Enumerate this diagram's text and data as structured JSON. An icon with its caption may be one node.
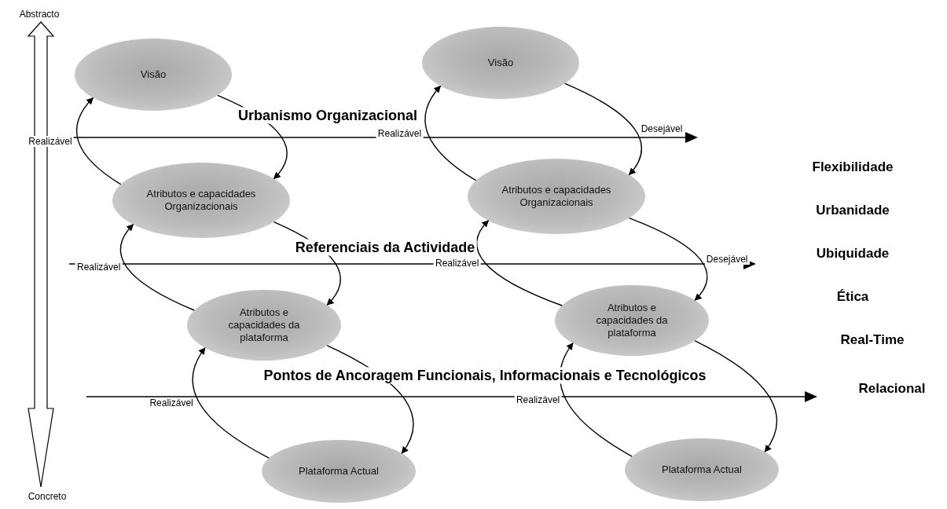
{
  "diagram": {
    "nodes": [
      {
        "text": [
          "Visão"
        ]
      },
      {
        "text": [
          "Visão"
        ]
      },
      {
        "text": [
          "Atributos e capacidades Organizacionais"
        ]
      },
      {
        "text": [
          "Atributos e capacidades Organizacionais"
        ]
      },
      {
        "text": [
          "Atributos e capacidades da plataforma"
        ]
      },
      {
        "text": [
          "Atributos e capacidades da plataforma"
        ]
      },
      {
        "text": [
          "Plataforma Actual"
        ]
      },
      {
        "text": [
          "Plataforma Actual"
        ]
      }
    ],
    "edges": [
      {
        "from": 2,
        "to": 0,
        "arrow": "to",
        "label": "Realizável"
      },
      {
        "from": 0,
        "to": 2,
        "arrow": "to"
      },
      {
        "from": 3,
        "to": 1,
        "arrow": "to",
        "label": "Realizável"
      },
      {
        "from": 1,
        "to": 3,
        "arrow": "to",
        "label": "Desejável"
      },
      {
        "from": 4,
        "to": 2,
        "arrow": "to",
        "label": "Realizável"
      },
      {
        "from": 2,
        "to": 4,
        "arrow": "to"
      },
      {
        "from": 5,
        "to": 3,
        "arrow": "to",
        "label": "Realizável"
      },
      {
        "from": 3,
        "to": 5,
        "arrow": "to",
        "label": "Desejável"
      },
      {
        "from": 6,
        "to": 4,
        "arrow": "to",
        "label": "Realizável"
      },
      {
        "from": 4,
        "to": 6,
        "arrow": "to"
      },
      {
        "from": 7,
        "to": 5,
        "arrow": "to",
        "label": "Realizável"
      },
      {
        "from": 5,
        "to": 7,
        "arrow": "to"
      }
    ],
    "labels": [
      "Abstracto",
      "Urbanismo Organizacional",
      "Flexibilidade",
      "Urbanidade",
      "Referenciais da Actividade",
      "Ubiquidade",
      "Ética",
      "Real-Time",
      "Pontos de Ancoragem Funcionais, Informacionais e Tecnológicos",
      "Relacional",
      "Concreto"
    ]
  }
}
